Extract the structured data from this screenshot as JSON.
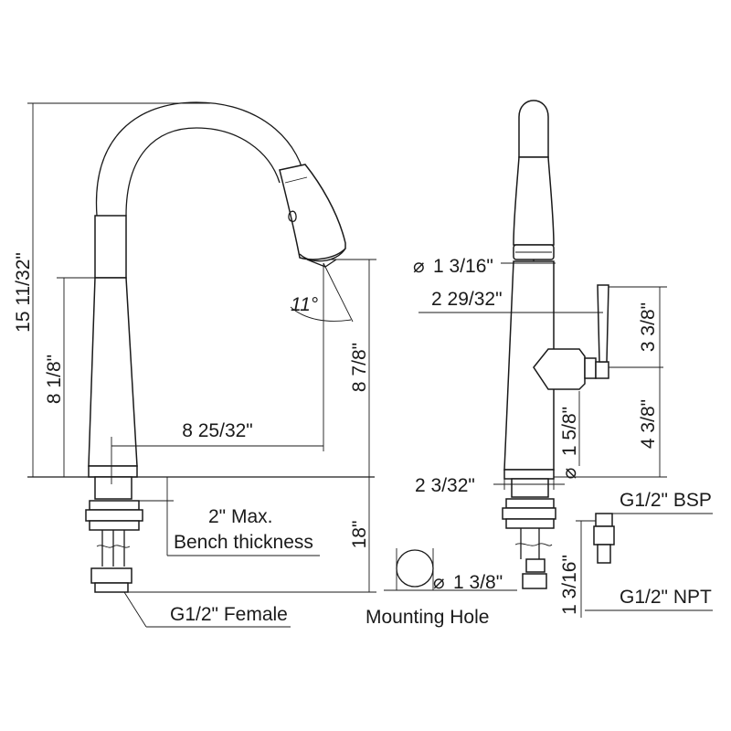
{
  "labels": {
    "overall_height": "15 11/32\"",
    "body_height": "8 1/8\"",
    "spout_height": "8 7/8\"",
    "spout_reach": "8 25/32\"",
    "angle": "11°",
    "bench_max": "2\" Max.",
    "bench_thickness": "Bench thickness",
    "hose_length": "18\"",
    "connection": "G1/2\" Female",
    "spray_dia": "1 3/16\"",
    "handle_reach": "2 29/32\"",
    "handle_height": "3 3/8\"",
    "handle_base_height": "4 3/8\"",
    "body_dia": "1 5/8\"",
    "base_dia": "2 3/32\"",
    "hole_dia": "1 3/8\"",
    "mounting_hole": "Mounting Hole",
    "bsp": "G1/2\" BSP",
    "npt": "G1/2\" NPT",
    "adapter_length": "1 3/16\""
  },
  "symbols": {
    "diameter": "⌀"
  },
  "colors": {
    "line": "#1a1a1a",
    "background": "#ffffff"
  }
}
